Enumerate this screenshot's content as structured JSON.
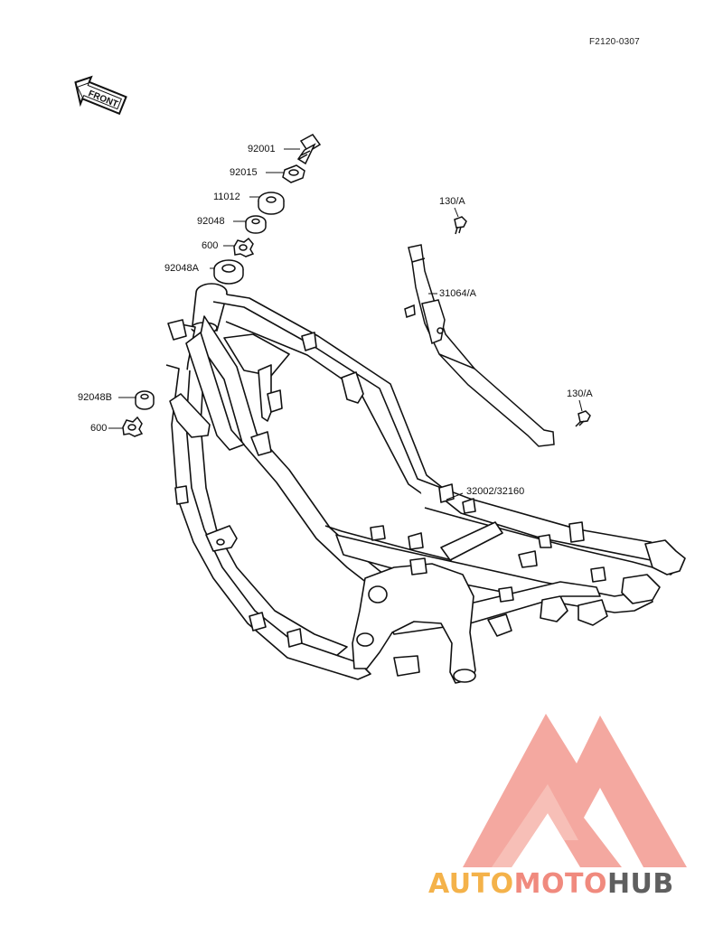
{
  "diagram_code": "F2120-0307",
  "front_badge": "FRONT",
  "parts": {
    "p92001": "92001",
    "p92015": "92015",
    "p11012": "11012",
    "p92048": "92048",
    "p600_top": "600",
    "p92048A": "92048A",
    "p92048B": "92048B",
    "p600_bottom": "600",
    "p130A_top": "130/A",
    "p31064A": "31064/A",
    "p130A_bottom": "130/A",
    "p32002": "32002/32160"
  },
  "watermark": {
    "part1": "AUTO",
    "part2": "MOTO",
    "part3": "HUB",
    "colors": {
      "auto": "#f4b24a",
      "moto": "#f08a7e",
      "hub": "#5f5f5f",
      "logo": "#f39a90"
    }
  }
}
